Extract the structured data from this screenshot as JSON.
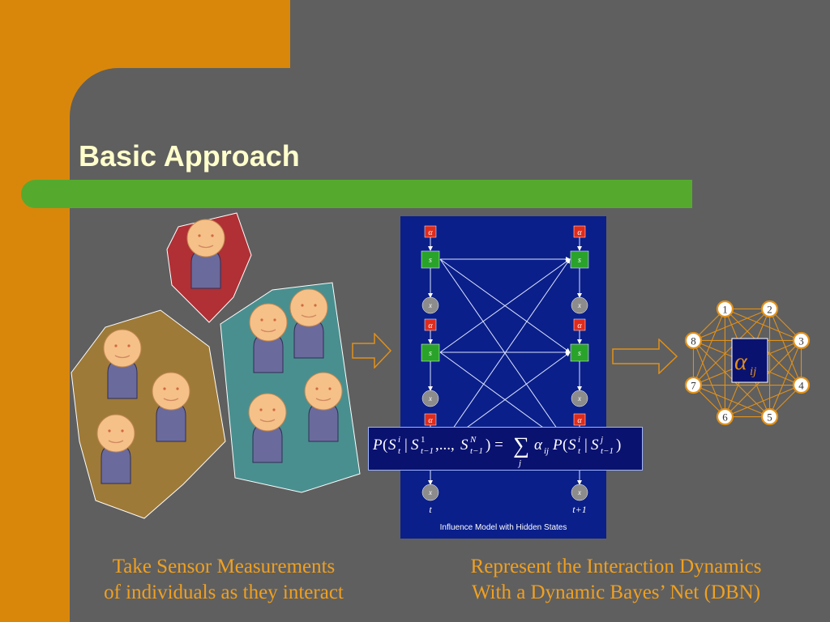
{
  "slide": {
    "title": "Basic Approach",
    "caption_left": {
      "line1": "Take Sensor Measurements",
      "line2": "of individuals as they interact"
    },
    "caption_right": {
      "line1": "Represent the Interaction Dynamics",
      "line2": "With a Dynamic Bayes’ Net (DBN)"
    }
  },
  "dbn": {
    "alpha_label": "α",
    "s_label": "s",
    "x_label": "x",
    "t_label": "t",
    "t1_label": "t+1",
    "footer": "Influence Model with Hidden States"
  },
  "equation": {
    "text": "P(S_t^i | S_{t-1}^1,...,S_{t-1}^N) = Σ_j α_ij P(S_t^i | S_{t-1}^j)"
  },
  "ring": {
    "center_alpha": "α",
    "center_sub": "ij",
    "nodes": [
      "1",
      "2",
      "3",
      "4",
      "5",
      "6",
      "7",
      "8"
    ]
  },
  "colors": {
    "orange": "#d9870b",
    "background": "#5f5f5f",
    "green": "#55aa2e",
    "title": "#ffffcc",
    "caption": "#f0a020",
    "dbn_bg": "#0a1f8a"
  }
}
